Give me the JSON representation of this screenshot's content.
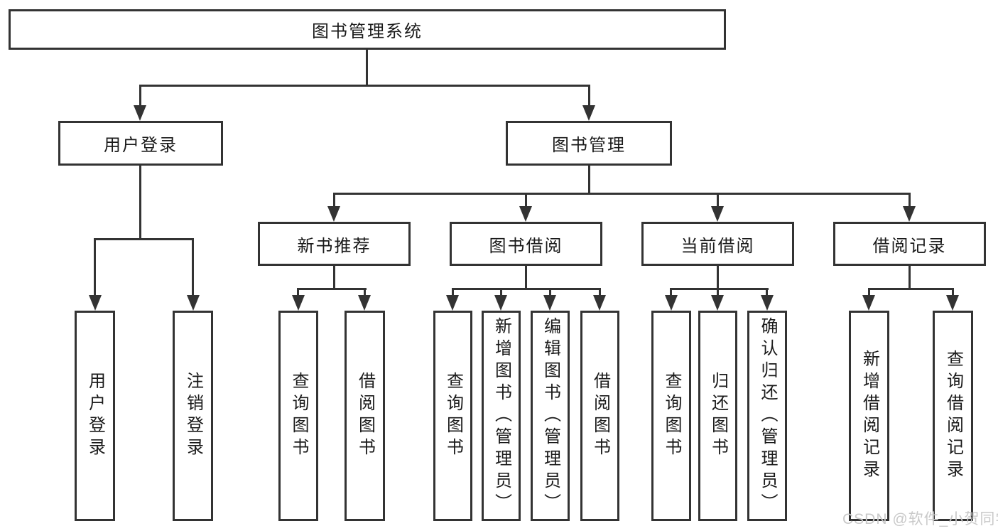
{
  "diagram": {
    "title": "图书管理系统",
    "type": "hierarchy-tree",
    "colors": {
      "line": "#333333",
      "box_border": "#333333",
      "box_fill": "#ffffff",
      "text": "#1a1a1a",
      "watermark_text": "#c9c9c9",
      "background": "#ffffff"
    },
    "nodes": {
      "root": {
        "label": "图书管理系统"
      },
      "user_login": {
        "label": "用户登录"
      },
      "book_mgmt": {
        "label": "图书管理"
      },
      "new_book_rec": {
        "label": "新书推荐"
      },
      "book_borrow": {
        "label": "图书借阅"
      },
      "current_borrow": {
        "label": "当前借阅"
      },
      "borrow_record": {
        "label": "借阅记录"
      },
      "leaf_user_login": {
        "label": "用户登录"
      },
      "leaf_logout": {
        "label": "注销登录"
      },
      "leaf_nb_query": {
        "label": "查询图书"
      },
      "leaf_nb_borrow": {
        "label": "借阅图书"
      },
      "leaf_bb_query": {
        "label": "查询图书"
      },
      "leaf_bb_add": {
        "label": "新增图书（管理员）"
      },
      "leaf_bb_edit": {
        "label": "编辑图书（管理员）"
      },
      "leaf_bb_borrow": {
        "label": "借阅图书"
      },
      "leaf_cb_query": {
        "label": "查询图书"
      },
      "leaf_cb_return": {
        "label": "归还图书"
      },
      "leaf_cb_confirm": {
        "label": "确认归还（管理员）"
      },
      "leaf_br_add": {
        "label": "新增借阅记录"
      },
      "leaf_br_query": {
        "label": "查询借阅记录"
      }
    },
    "hierarchy": {
      "图书管理系统": {
        "用户登录": [
          "用户登录",
          "注销登录"
        ],
        "图书管理": {
          "新书推荐": [
            "查询图书",
            "借阅图书"
          ],
          "图书借阅": [
            "查询图书",
            "新增图书（管理员）",
            "编辑图书（管理员）",
            "借阅图书"
          ],
          "当前借阅": [
            "查询图书",
            "归还图书",
            "确认归还（管理员）"
          ],
          "借阅记录": [
            "新增借阅记录",
            "查询借阅记录"
          ]
        }
      }
    },
    "watermark": "CSDN @软件_小贺同学"
  }
}
